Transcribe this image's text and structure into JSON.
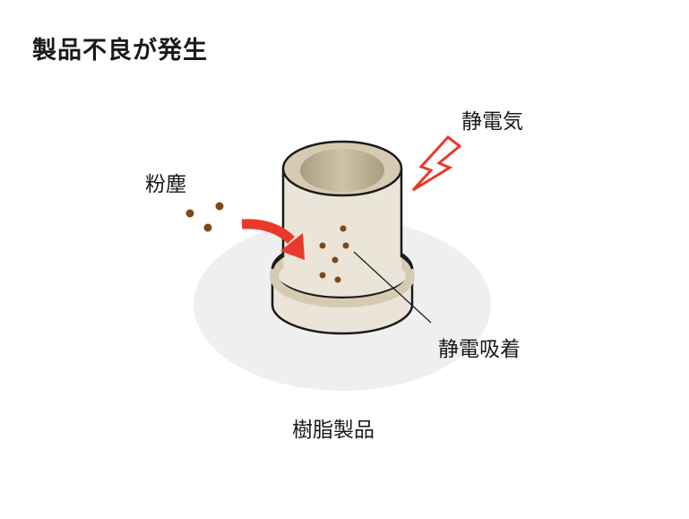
{
  "title": "製品不良が発生",
  "labels": {
    "static_electricity": "静電気",
    "dust": "粉塵",
    "electrostatic_adsorption": "静電吸着",
    "resin_product": "樹脂製品"
  },
  "colors": {
    "arrow": "#e8392b",
    "lightning": "#e8392b",
    "particle": "#7a4a1c",
    "cylinder_body": "#ebe4d9",
    "cylinder_band": "#d6cbb2",
    "cylinder_inner": "#b8ad92",
    "shadow": "#efefef",
    "outline": "#1a1a1a"
  }
}
